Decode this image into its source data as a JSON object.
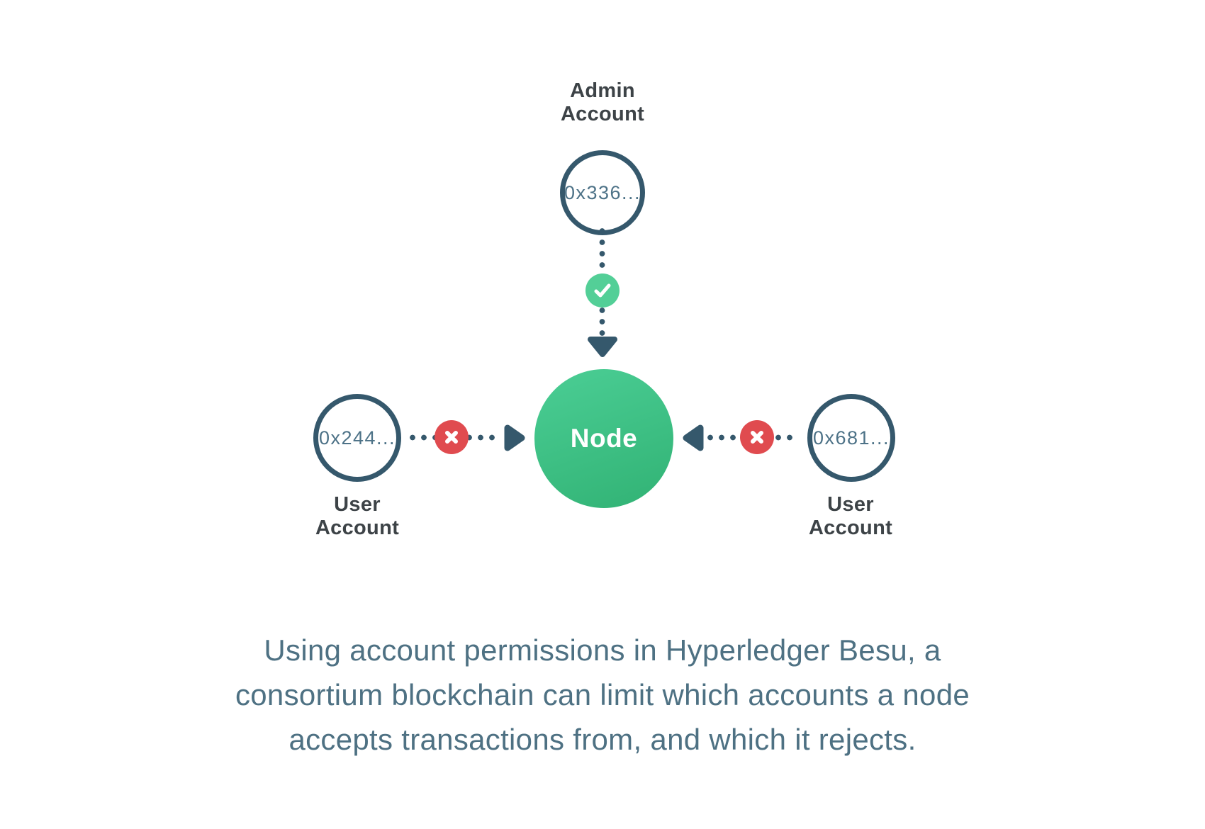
{
  "colors": {
    "slate_outline": "#35586c",
    "address_text": "#4d7287",
    "label_text": "#3d4347",
    "allow_green": "#53cf97",
    "node_gradient_top": "#4bce95",
    "node_gradient_bottom": "#31b274",
    "deny_red": "#e04b4f",
    "caption_text": "#4e7183",
    "background": "#ffffff"
  },
  "diagram": {
    "admin": {
      "label": "Admin\nAccount",
      "address": "0x336..."
    },
    "node": {
      "label": "Node"
    },
    "user_left": {
      "label": "User\nAccount",
      "address": "0x244..."
    },
    "user_right": {
      "label": "User\nAccount",
      "address": "0x681..."
    },
    "statuses": {
      "admin_to_node": "allowed",
      "user_left_to_node": "rejected",
      "user_right_to_node": "rejected"
    }
  },
  "caption": {
    "text": "Using account permissions in Hyperledger Besu, a\nconsortium blockchain can limit which accounts a node\naccepts transactions from, and which it rejects."
  }
}
